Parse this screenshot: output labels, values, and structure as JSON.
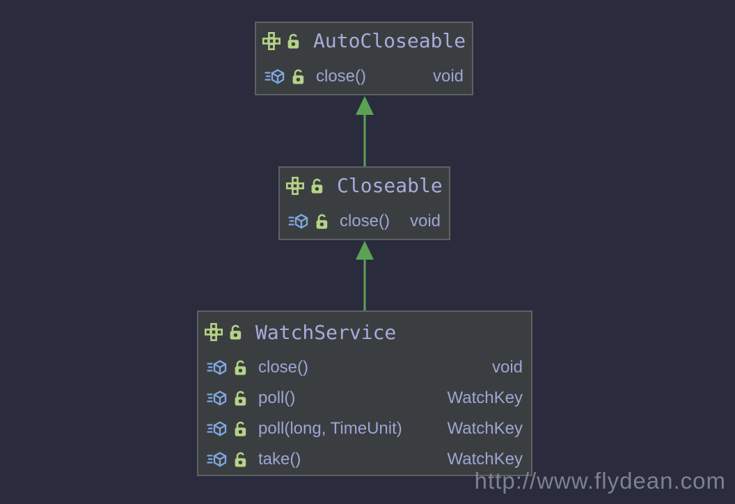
{
  "diagram": {
    "type": "uml-class-diagram",
    "nodes": [
      {
        "id": "autocloseable",
        "title": "AutoCloseable",
        "kind": "interface",
        "visibility": "public",
        "methods": [
          {
            "name": "close()",
            "returns": "void"
          }
        ]
      },
      {
        "id": "closeable",
        "title": "Closeable",
        "kind": "interface",
        "visibility": "public",
        "methods": [
          {
            "name": "close()",
            "returns": "void"
          }
        ]
      },
      {
        "id": "watchservice",
        "title": "WatchService",
        "kind": "interface",
        "visibility": "public",
        "methods": [
          {
            "name": "close()",
            "returns": "void"
          },
          {
            "name": "poll()",
            "returns": "WatchKey"
          },
          {
            "name": "poll(long, TimeUnit)",
            "returns": "WatchKey"
          },
          {
            "name": "take()",
            "returns": "WatchKey"
          }
        ]
      }
    ],
    "relations": [
      {
        "from": "Closeable",
        "to": "AutoCloseable",
        "type": "generalization-arrow"
      },
      {
        "from": "WatchService",
        "to": "Closeable",
        "type": "generalization-arrow"
      }
    ],
    "icons": {
      "interface": "interface-icon",
      "method": "method-icon",
      "visibility": "lock-icon"
    }
  },
  "watermark": "http://www.flydean.com",
  "colors": {
    "bg": "#2a2c3d",
    "node_fill": "#3b3e40",
    "node_border": "#5d6163",
    "title_text": "#a7acdc",
    "method_text": "#9da5d5",
    "icon_green": "#b5d387",
    "icon_blue": "#7fa9e4",
    "arrow_green": "#5ba255",
    "watermark_color": "#8b909c"
  }
}
